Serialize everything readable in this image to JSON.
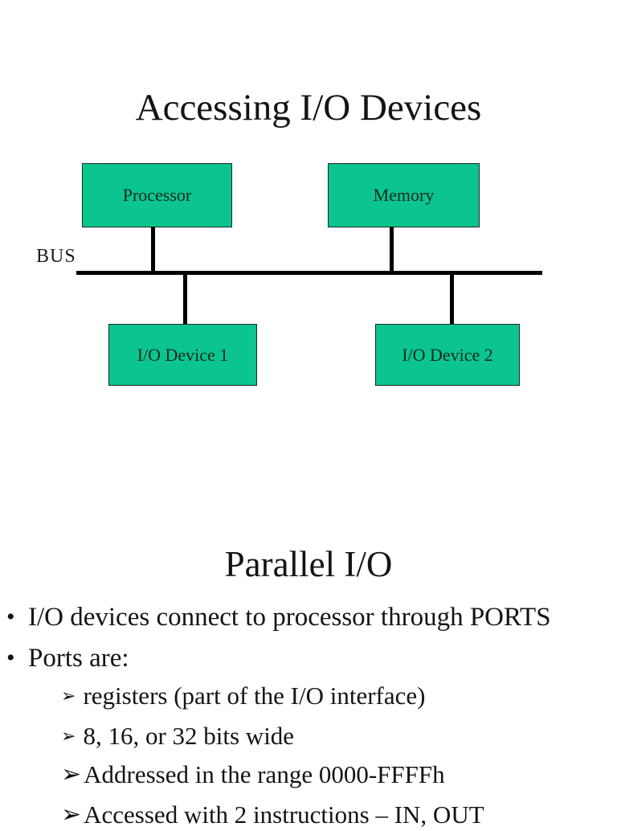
{
  "slide1": {
    "title": "Accessing I/O Devices",
    "diagram": {
      "bus_label": "BUS",
      "boxes": {
        "processor": "Processor",
        "memory": "Memory",
        "io_device_1": "I/O Device 1",
        "io_device_2": "I/O Device 2"
      },
      "box_fill_color": "#0cc48e",
      "box_border_color": "#1e2a26",
      "line_color": "#000000"
    }
  },
  "slide2": {
    "title": "Parallel I/O",
    "bullets": [
      {
        "marker": "•",
        "text": "I/O devices connect to processor through PORTS"
      },
      {
        "marker": "•",
        "text": "Ports are:"
      }
    ],
    "sub_bullets": [
      {
        "marker": "➢",
        "text": "registers (part of the I/O interface)"
      },
      {
        "marker": "➢",
        "text": "8, 16, or 32 bits wide"
      },
      {
        "marker": "➢",
        "text": "Addressed in the range 0000-FFFFh"
      },
      {
        "marker": "➢",
        "text": "Accessed with 2 instructions – IN, OUT"
      }
    ]
  }
}
